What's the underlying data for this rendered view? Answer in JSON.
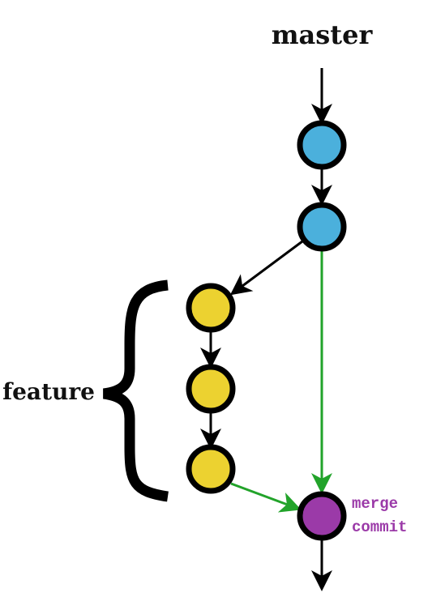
{
  "labels": {
    "master": "master",
    "feature": "feature",
    "merge_line1": "merge",
    "merge_line2": "commit"
  },
  "colors": {
    "master_commit": "#4bb0dc",
    "feature_commit": "#ecd230",
    "merge_commit": "#9b3aa8",
    "merge_edge": "#22a32a",
    "edge": "#000000",
    "label_merge": "#9b3aa8"
  },
  "branches": [
    {
      "name": "master",
      "commits": 2
    },
    {
      "name": "feature",
      "commits": 3
    }
  ]
}
